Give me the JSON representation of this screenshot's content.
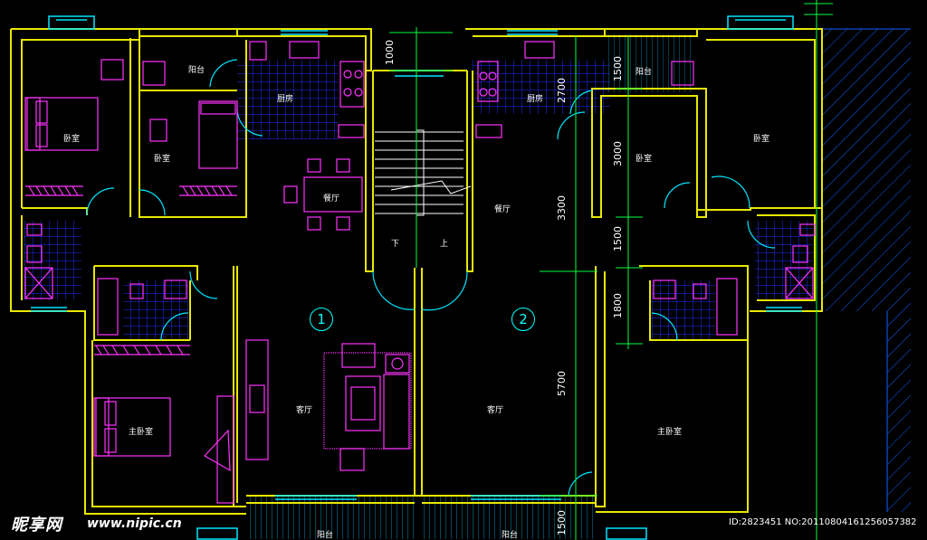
{
  "drawing": {
    "colors": {
      "wall": "#e8e800",
      "furniture": "#ff33ff",
      "tile_grid": "#2030ff",
      "window": "#00e5ff",
      "dimension": "#00ff40",
      "hatch": "#1060ff",
      "text": "#ffffff"
    },
    "rooms": {
      "bedroom_nw": "卧室",
      "bedroom_n2": "卧室",
      "balcony_nw": "阳台",
      "kitchen_1": "厨房",
      "dining_1": "餐厅",
      "living_1": "客厅",
      "master_1": "主卧室",
      "balcony_s1": "阳台",
      "kitchen_2": "厨房",
      "balcony_ne": "阳台",
      "bedroom_e1": "卧室",
      "bedroom_ne": "卧室",
      "dining_2": "餐厅",
      "living_2": "客厅",
      "master_2": "主卧室",
      "balcony_s2": "阳台"
    },
    "stairs": {
      "down": "下",
      "up": "上"
    },
    "units": {
      "unit_1": "1",
      "unit_2": "2"
    },
    "dimensions": {
      "d1000": "1000",
      "d1500a": "1500",
      "d2700": "2700",
      "d3000": "3000",
      "d3300": "3300",
      "d1500b": "1500",
      "d1800": "1800",
      "d5700": "5700",
      "d1500c": "1500"
    }
  },
  "watermark": {
    "logo": "昵享网",
    "url": "www.nipic.cn",
    "id_text": "ID:2823451 NO:20110804161256057382"
  }
}
